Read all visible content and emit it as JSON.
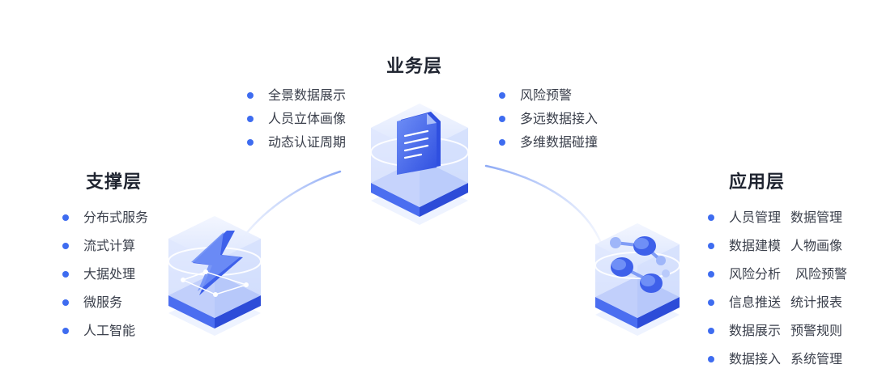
{
  "business": {
    "title": "业务层",
    "left_items": [
      "全景数据展示",
      "人员立体画像",
      "动态认证周期"
    ],
    "right_items": [
      "风险预警",
      "多远数据接入",
      "多维数据碰撞"
    ]
  },
  "support": {
    "title": "支撑层",
    "items": [
      "分布式服务",
      "流式计算",
      "大据处理",
      "微服务",
      "人工智能"
    ]
  },
  "application": {
    "title": "应用层",
    "rows": [
      [
        "人员管理",
        "数据管理"
      ],
      [
        "数据建模",
        "人物画像"
      ],
      [
        "风险分析",
        "风险预警"
      ],
      [
        "信息推送",
        "统计报表"
      ],
      [
        "数据展示",
        "预警规则"
      ],
      [
        "数据接入",
        "系统管理"
      ]
    ]
  },
  "colors": {
    "accent": "#3e6cf0",
    "cube_light": "#e8eefe",
    "cube_mid": "#c9d7fb",
    "cube_dark": "#3457e6",
    "connector": "#a9c0f7"
  },
  "icons": {
    "business": "document-icon",
    "support": "lightning-icon",
    "application": "cylinders-icon"
  }
}
